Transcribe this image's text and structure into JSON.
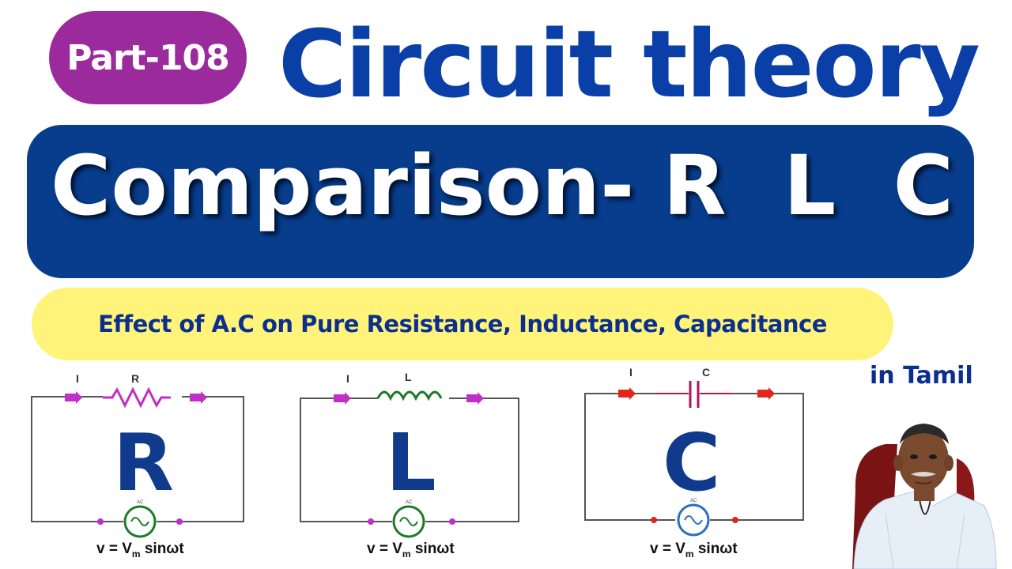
{
  "badge": {
    "label": "Part-108"
  },
  "title": "Circuit theory",
  "banner": {
    "label": "Comparison- R  L  C"
  },
  "subtitle": "Effect of A.C on Pure Resistance, Inductance, Capacitance",
  "language_note": "in Tamil",
  "circuits": [
    {
      "letter": "R",
      "current_label": "I",
      "component_label": "R",
      "component_icon": "resistor-icon",
      "source_label": "AC",
      "equation_prefix": "v = V",
      "equation_sub": "m",
      "equation_suffix": " sinωt",
      "accent_color": "#c02fc8"
    },
    {
      "letter": "L",
      "current_label": "I",
      "component_label": "L",
      "component_icon": "inductor-icon",
      "source_label": "AC",
      "equation_prefix": "v = V",
      "equation_sub": "m",
      "equation_suffix": " sinωt",
      "accent_color": "#c02fc8"
    },
    {
      "letter": "C",
      "current_label": "I",
      "component_label": "C",
      "component_icon": "capacitor-icon",
      "source_label": "AC",
      "equation_prefix": "v = V",
      "equation_sub": "m",
      "equation_suffix": " sinωt",
      "accent_color": "#e1261c"
    }
  ],
  "colors": {
    "badge": "#9b2a9c",
    "title": "#0b3fa8",
    "banner": "#073d8c",
    "subtitle_bg": "#fff37a",
    "subtitle_text": "#0b2f8f",
    "source_green": "#1d7a2a",
    "source_blue": "#2a6fc0"
  }
}
